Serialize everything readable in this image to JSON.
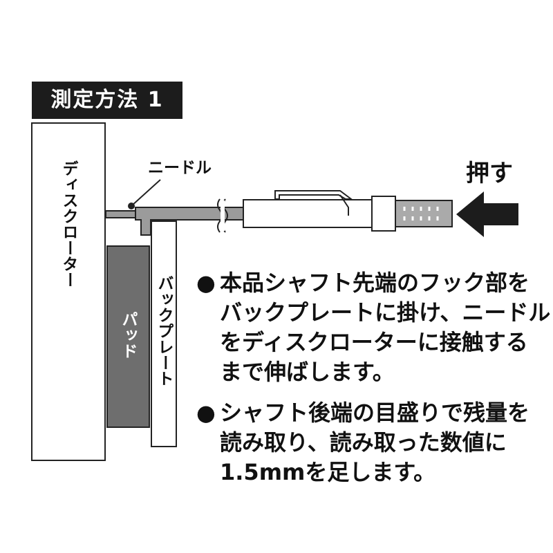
{
  "title": "測定方法 1",
  "labels": {
    "disc_rotor": "ディスクローター",
    "needle": "ニードル",
    "pad": "パッド",
    "back_plate": "バックプレート",
    "push": "押す"
  },
  "instructions": {
    "bullet": "●",
    "item1": {
      "line1": "本品シャフト先端のフック部を",
      "line2": "バックプレートに掛け、ニードル",
      "line3": "をディスクローターに接触する",
      "line4": "まで伸ばします。"
    },
    "item2": {
      "line1": "シャフト後端の目盛りで残量を",
      "line2": "読み取り、読み取った数値に",
      "line3": "1.5mmを足します。"
    }
  },
  "colors": {
    "dark": "#1c1c1c",
    "pad_fill": "#6e6e6e",
    "needle_fill": "#9b9b9b",
    "scale_fill": "#aaaaaa",
    "outline": "#222222"
  }
}
